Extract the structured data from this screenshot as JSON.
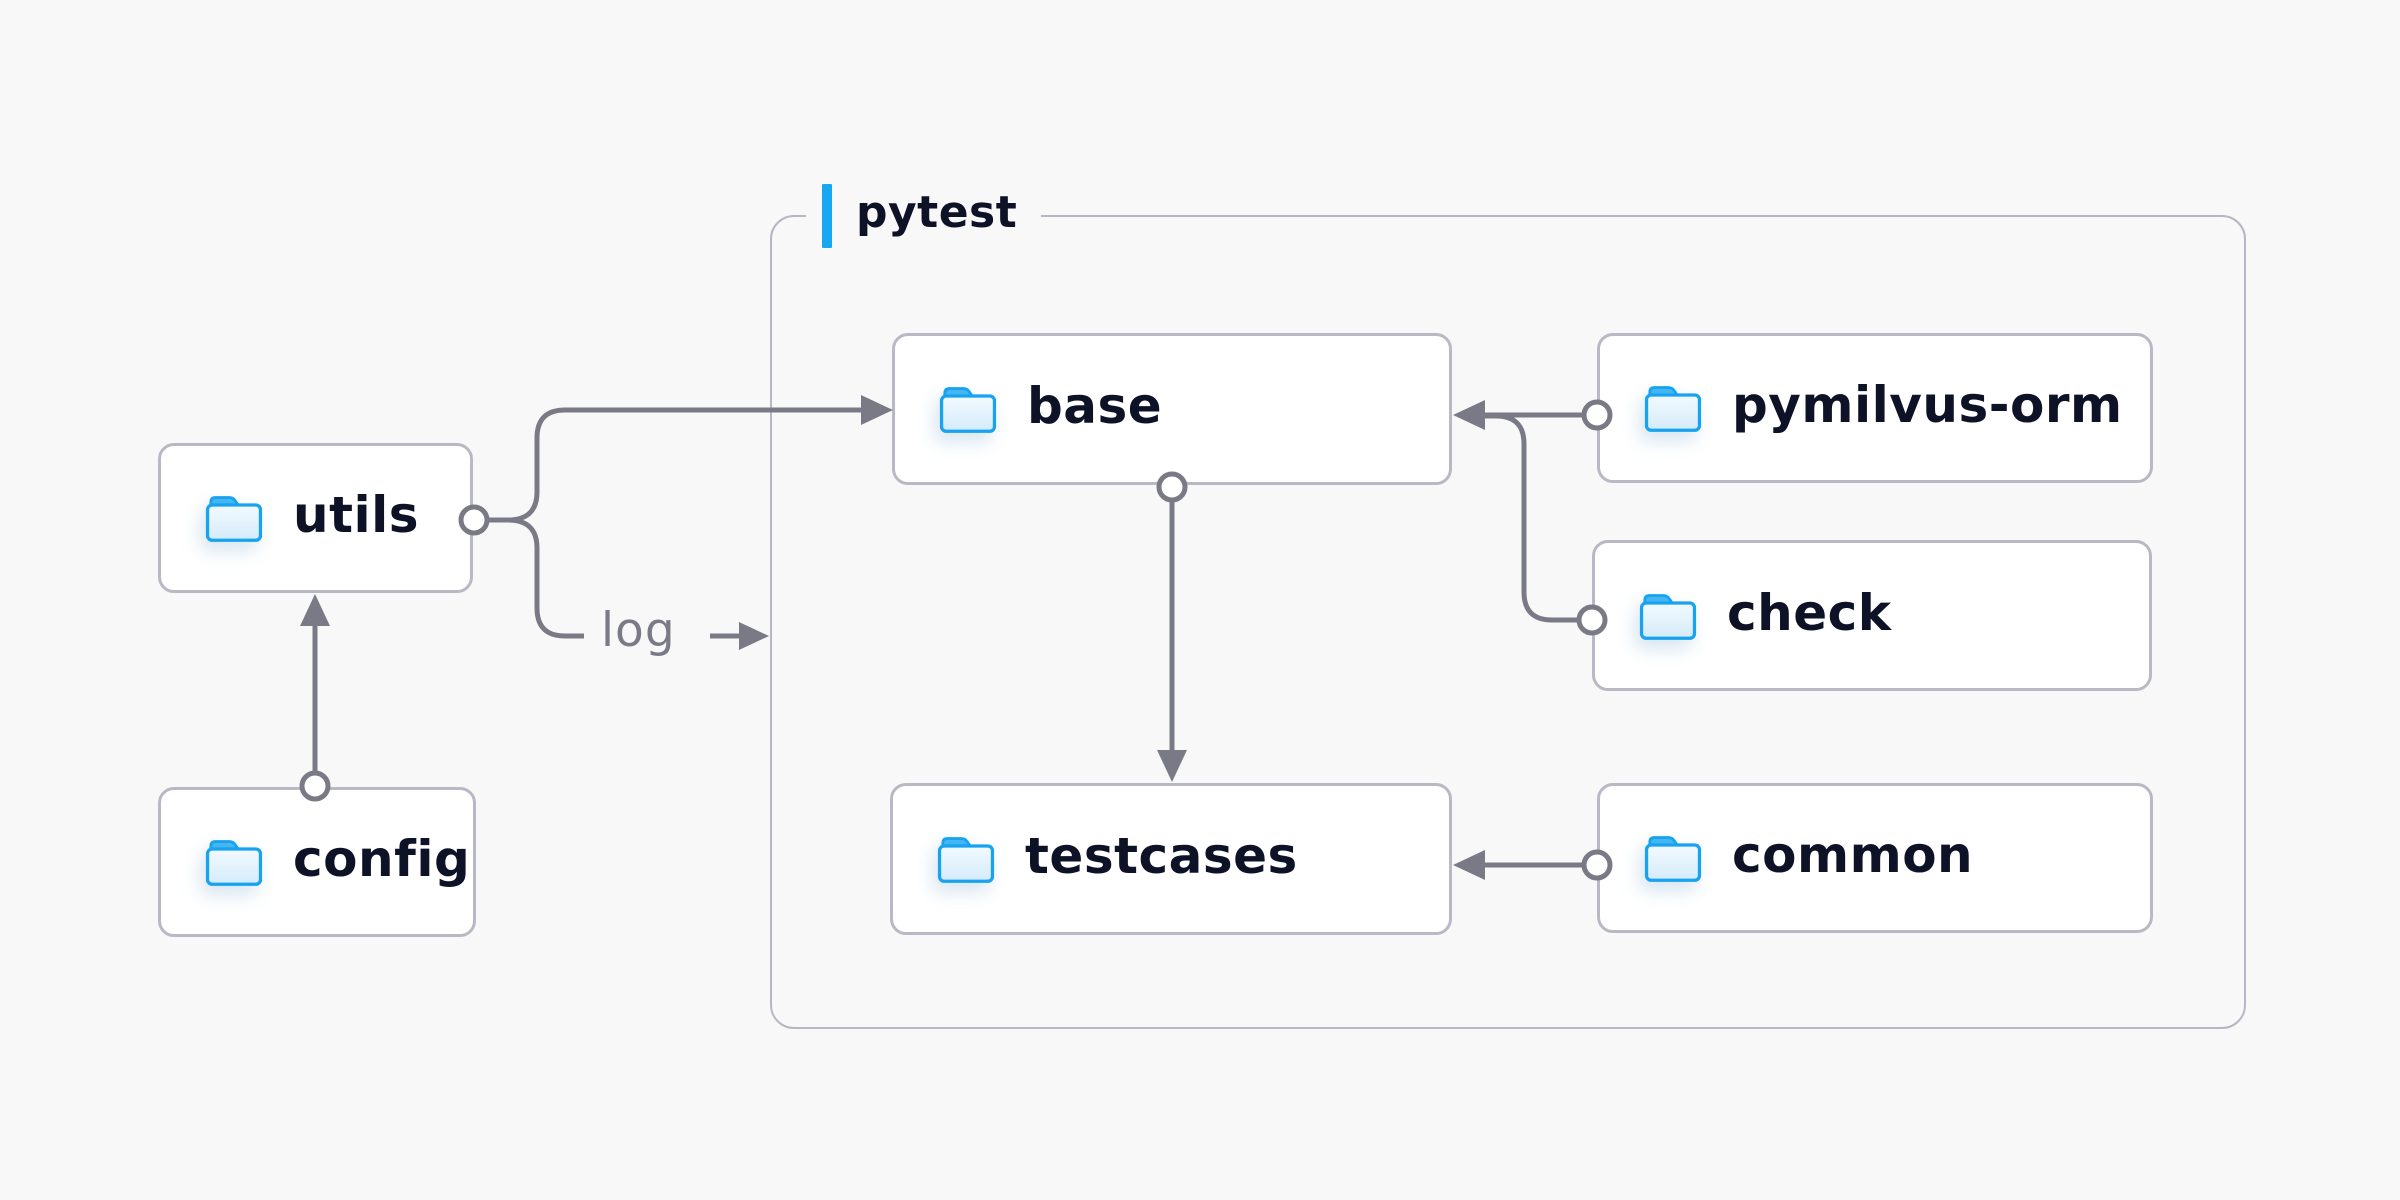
{
  "canvas": {
    "background": "#f8f8f9"
  },
  "colors": {
    "accent_blue": "#18a8f2",
    "folder_stroke": "#17a3ef",
    "folder_tab_fill": "#45b6f2",
    "folder_body_fill_top": "#f0f9fe",
    "folder_body_fill_bottom": "#d6ecfb",
    "line_gray": "#7a7a87",
    "node_border": "#b9b9c5",
    "node_bg": "#ffffff",
    "text_dark": "#0d1226",
    "edge_label_gray": "#7b7b88"
  },
  "group": {
    "label": "pytest"
  },
  "nodes": {
    "utils": {
      "label": "utils",
      "icon": "folder-icon"
    },
    "config": {
      "label": "config",
      "icon": "folder-icon"
    },
    "base": {
      "label": "base",
      "icon": "folder-icon"
    },
    "testcases": {
      "label": "testcases",
      "icon": "folder-icon"
    },
    "pymilvus-orm": {
      "label": "pymilvus-orm",
      "icon": "folder-icon"
    },
    "check": {
      "label": "check",
      "icon": "folder-icon"
    },
    "common": {
      "label": "common",
      "icon": "folder-icon"
    }
  },
  "edges": {
    "log_label": "log",
    "list": [
      {
        "from": "config",
        "to": "utils",
        "style": "arrow-up"
      },
      {
        "from": "utils",
        "to": "base",
        "style": "branch-arrow-right"
      },
      {
        "from": "utils",
        "to": "pytest",
        "style": "branch-labeled-arrow",
        "label": "log"
      },
      {
        "from": "base",
        "to": "testcases",
        "style": "arrow-down"
      },
      {
        "from": "pymilvus-orm",
        "to": "base",
        "style": "arrow-left"
      },
      {
        "from": "check",
        "to": "base",
        "style": "merge-left"
      },
      {
        "from": "common",
        "to": "testcases",
        "style": "arrow-left"
      }
    ]
  }
}
